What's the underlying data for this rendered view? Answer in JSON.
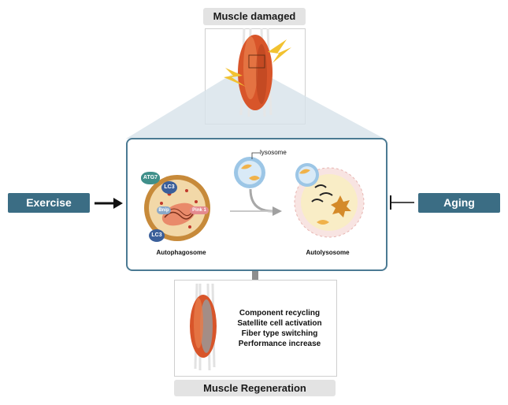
{
  "top_label": "Muscle damaged",
  "bottom_label": "Muscle Regeneration",
  "left_input": "Exercise",
  "right_input": "Aging",
  "autophagosome": {
    "caption": "Autophagosome",
    "markers": {
      "atg7": "ATG7",
      "lc3_top": "LC3",
      "lc3_bottom": "LC3",
      "bnip": "Bnip",
      "pink1": "Pink 1"
    }
  },
  "autolysosome": {
    "caption": "Autolysosome"
  },
  "lysosome_label": "lysosome",
  "outcomes": [
    "Component recycling",
    "Satellite cell activation",
    "Fiber type switching",
    "Performance increase"
  ],
  "colors": {
    "accent": "#3b6d84",
    "frame": "#4b7a93",
    "pill": "#e3e3e3",
    "muscle": "#d8552a",
    "lightning": "#f2c230"
  }
}
